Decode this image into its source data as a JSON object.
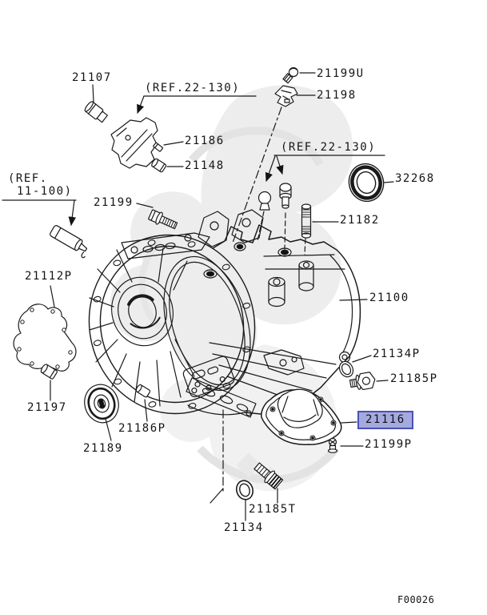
{
  "diagram": {
    "figure_code": "F00026",
    "highlighted_part": "21116"
  },
  "labels": {
    "p21107": "21107",
    "ref_top": "(REF.22-130)",
    "p21199U": "21199U",
    "p21198": "21198",
    "p21186": "21186",
    "p21148": "21148",
    "ref_right": "(REF.22-130)",
    "p32268": "32268",
    "ref_left_1": "(REF.",
    "ref_left_2": "11-100)",
    "p21199": "21199",
    "p21182": "21182",
    "p21112P": "21112P",
    "p21100": "21100",
    "p21134P": "21134P",
    "p21185P": "21185P",
    "p21197": "21197",
    "p21116": "21116",
    "p21186P": "21186P",
    "p21199P": "21199P",
    "p21189": "21189",
    "p21185T": "21185T",
    "p21134": "21134",
    "figure_code": "F00026"
  },
  "colors": {
    "highlight_fill": "#a5aadd",
    "highlight_border": "#4a52b8",
    "line_color": "#1a1a1a",
    "watermark_color": "#ededed"
  }
}
